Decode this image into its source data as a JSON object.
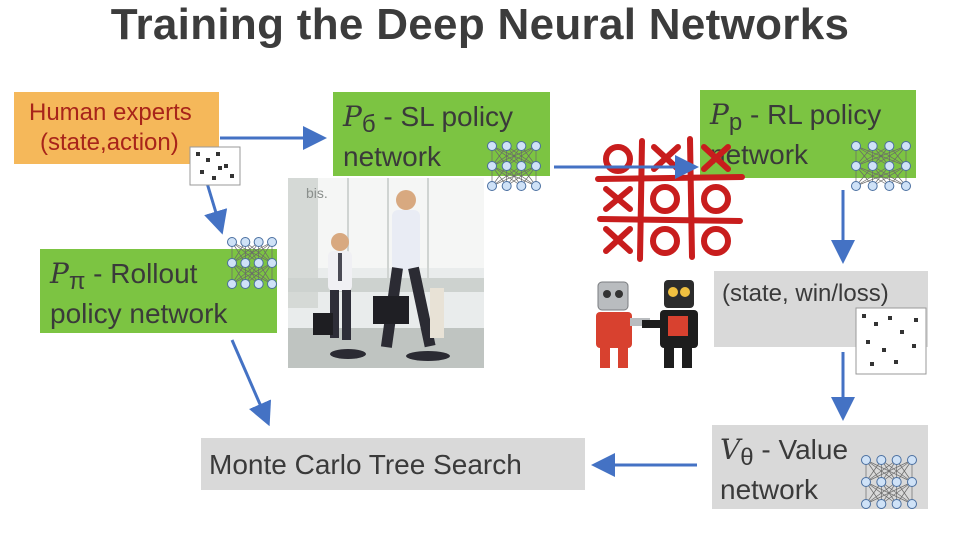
{
  "title": "Training the Deep Neural Networks",
  "human": {
    "line1": "Human experts",
    "line2": "(state,action)"
  },
  "sl": {
    "symbol": "P",
    "subscript": "б",
    "label": " - SL policy",
    "line2": "network"
  },
  "rl": {
    "symbol": "P",
    "subscript": "p",
    "label": " - RL policy",
    "line2": "network"
  },
  "rollout": {
    "symbol": "P",
    "subscript": "π",
    "label": " - Rollout",
    "line2": "policy network"
  },
  "winloss": {
    "label": "(state, win/loss)"
  },
  "value": {
    "symbol": "V",
    "subscript": "θ",
    "label": " - Value",
    "line2": "network"
  },
  "mcts": {
    "label": "Monte Carlo Tree Search"
  },
  "photo_caption": "bis.",
  "colors": {
    "green": "#7cc442",
    "grey": "#d9d9d9",
    "orange": "#f5b85a",
    "arrow": "#4472c4",
    "title": "#3c3c3c"
  }
}
